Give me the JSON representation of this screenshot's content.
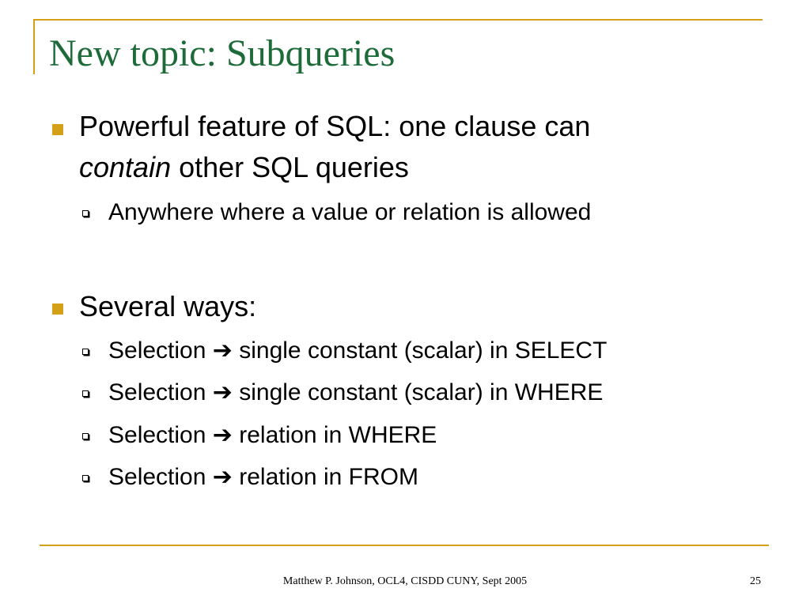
{
  "slide": {
    "title": "New topic: Subqueries",
    "accent_color": "#d4a017",
    "title_color": "#1e6b3a",
    "bullets": [
      {
        "line1": "Powerful feature of SQL: one clause can",
        "line2_italic": "contain",
        "line2_rest": " other SQL queries",
        "sub": [
          {
            "text": "Anywhere where a value or relation is allowed"
          }
        ]
      },
      {
        "text": "Several ways:",
        "sub": [
          {
            "lead": "Selection ",
            "arrow": "➔",
            "rest": " single constant (scalar) in SELECT"
          },
          {
            "lead": "Selection ",
            "arrow": "➔",
            "rest": " single constant (scalar) in WHERE"
          },
          {
            "lead": "Selection ",
            "arrow": "➔",
            "rest": " relation in WHERE"
          },
          {
            "lead": "Selection ",
            "arrow": "➔",
            "rest": " relation in FROM"
          }
        ]
      }
    ],
    "footer": "Matthew P. Johnson, OCL4, CISDD CUNY, Sept 2005",
    "page_number": "25"
  }
}
